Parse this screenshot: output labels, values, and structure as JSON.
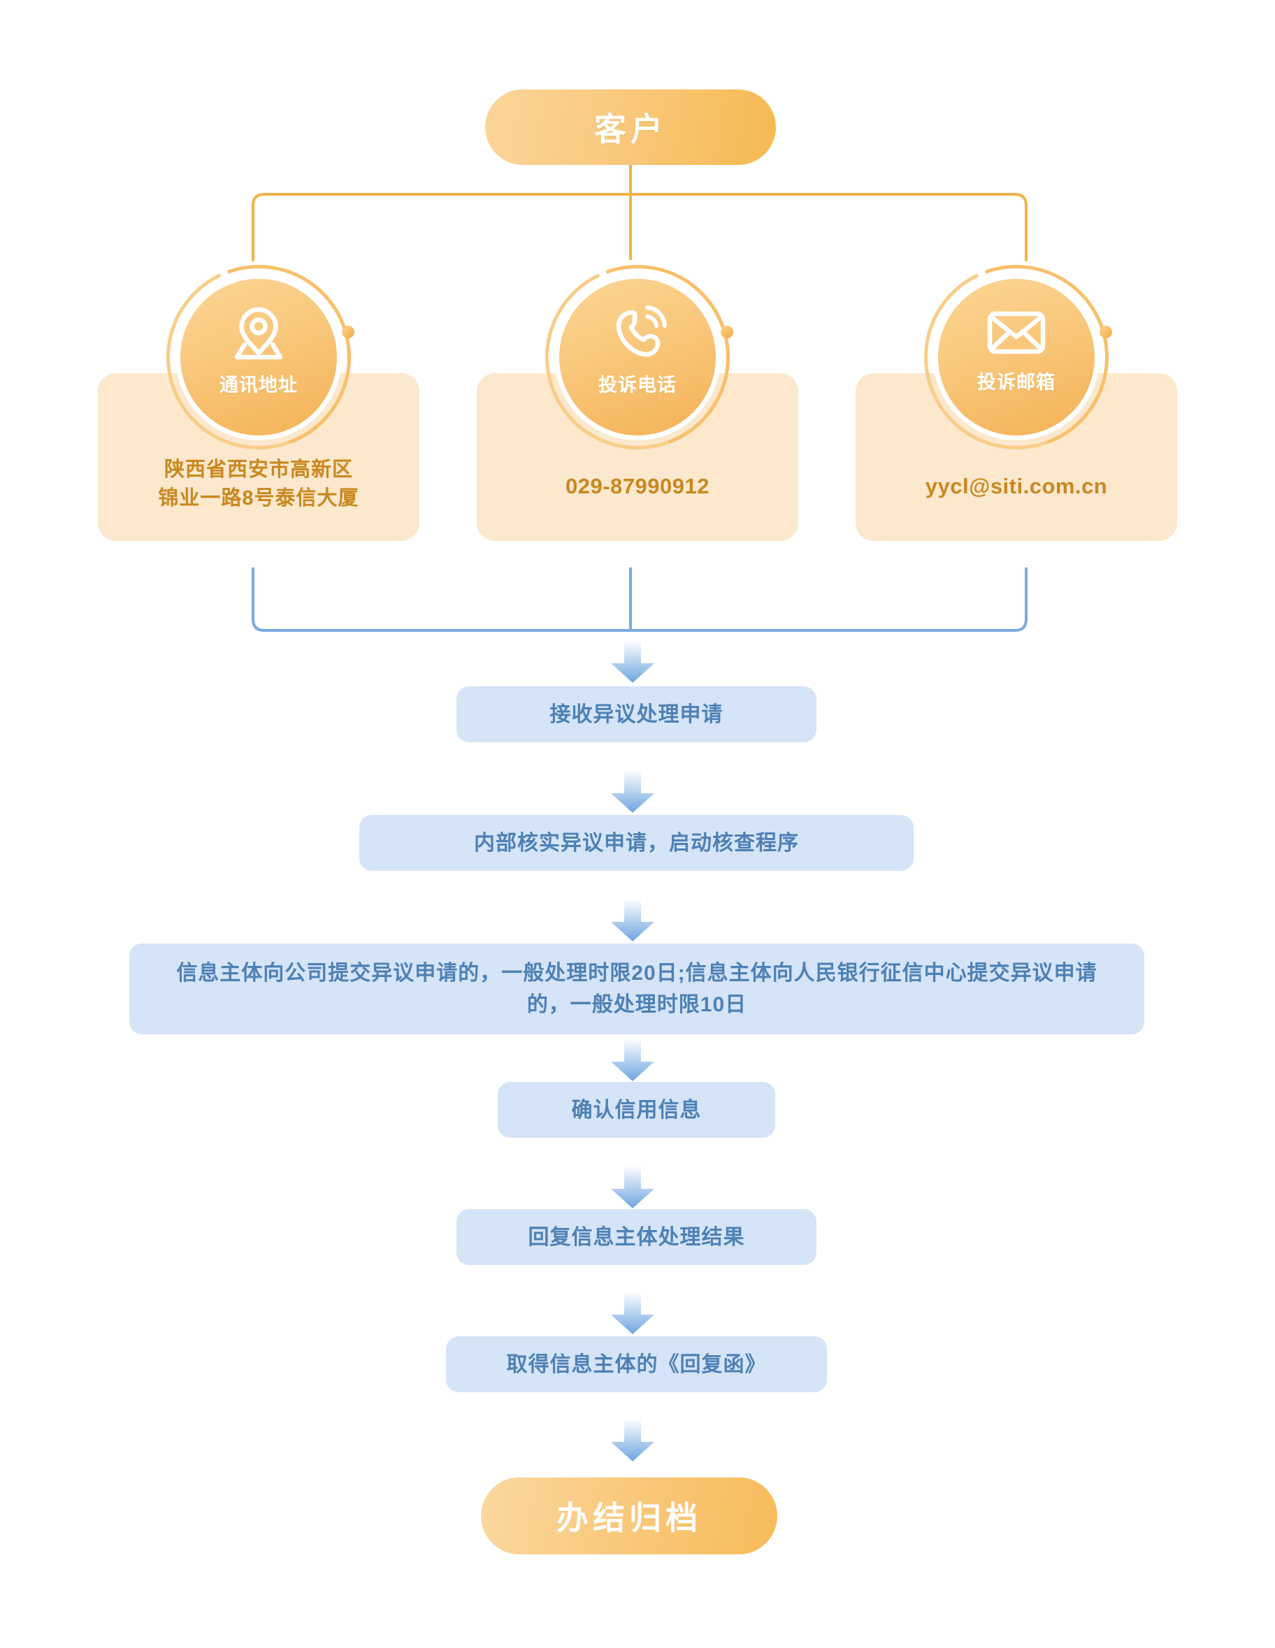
{
  "diagram": {
    "title_node": {
      "label": "客户"
    },
    "end_node": {
      "label": "办结归档"
    },
    "contacts": [
      {
        "icon": "location-pin-icon",
        "label": "通讯地址",
        "line1": "陕西省西安市高新区",
        "line2": "锦业一路8号泰信大厦"
      },
      {
        "icon": "phone-call-icon",
        "label": "投诉电话",
        "line1": "029-87990912",
        "line2": ""
      },
      {
        "icon": "envelope-icon",
        "label": "投诉邮箱",
        "line1": "yycl@siti.com.cn",
        "line2": ""
      }
    ],
    "steps": [
      {
        "text": "接收异议处理申请"
      },
      {
        "text": "内部核实异议申请，启动核查程序"
      },
      {
        "text": "信息主体向公司提交异议申请的，一般处理时限20日;信息主体向人民银行征信中心提交异议申请的，一般处理时限10日"
      },
      {
        "text": "确认信用信息"
      },
      {
        "text": "回复信息主体处理结果"
      },
      {
        "text": "取得信息主体的《回复函》"
      }
    ]
  },
  "colors": {
    "orange_pill_start": "#fad59a",
    "orange_pill_end": "#f6b950",
    "card_bg": "#fbe8cd",
    "card_text": "#c9881f",
    "blue_box_bg": "#d5e4f7",
    "blue_box_text": "#4e81b5",
    "connector_orange": "#f3b349",
    "connector_blue": "#79abe0",
    "arrow_blue": "#6da5e0"
  }
}
